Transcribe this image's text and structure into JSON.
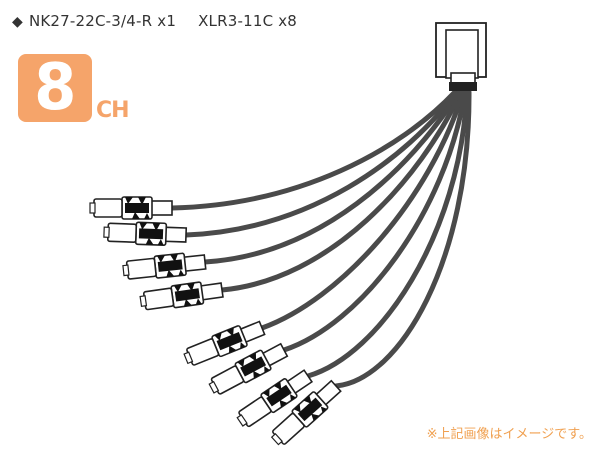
{
  "spec": {
    "bullet": "◆",
    "multi_connector": "NK27-22C-3/4-R x1",
    "xlr_connector": "XLR3-11C x8"
  },
  "badge": {
    "channel_count": "8",
    "unit": "CH"
  },
  "note": "※上記画像はイメージです。",
  "colors": {
    "badge": "#F5A46A",
    "note": "#F0A050",
    "cable": "#4a4a4a"
  }
}
